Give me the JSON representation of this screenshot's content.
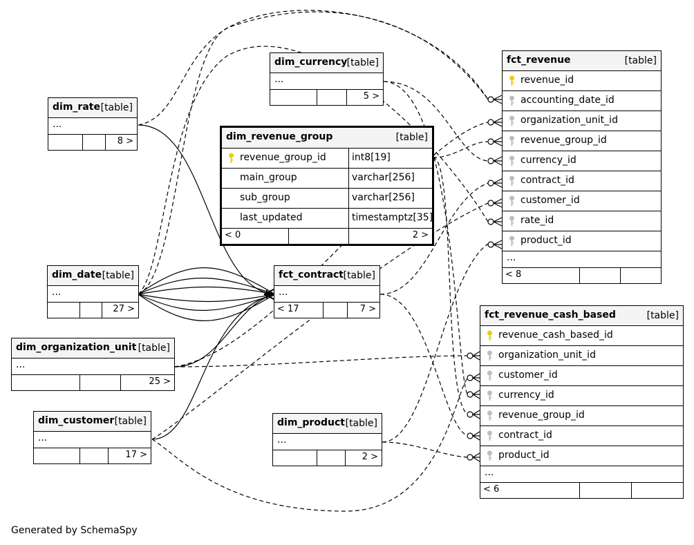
{
  "footer": "Generated by SchemaSpy",
  "colors": {
    "key_primary": "#e8cc1a",
    "key_foreign": "#bdbdbd",
    "header_bg": "#f4f4f4"
  },
  "tables": {
    "dim_rate": {
      "name": "dim_rate",
      "type": "[table]",
      "ellipsis": "...",
      "foot_left": "",
      "foot_right": "8 >"
    },
    "dim_currency": {
      "name": "dim_currency",
      "type": "[table]",
      "ellipsis": "...",
      "foot_left": "",
      "foot_right": "5 >"
    },
    "dim_revenue_group": {
      "name": "dim_revenue_group",
      "type": "[table]",
      "columns": [
        {
          "name": "revenue_group_id",
          "dtype": "int8[19]",
          "key": "primary"
        },
        {
          "name": "main_group",
          "dtype": "varchar[256]",
          "key": ""
        },
        {
          "name": "sub_group",
          "dtype": "varchar[256]",
          "key": ""
        },
        {
          "name": "last_updated",
          "dtype": "timestamptz[35]",
          "key": ""
        }
      ],
      "foot_left": "< 0",
      "foot_right": "2 >"
    },
    "dim_date": {
      "name": "dim_date",
      "type": "[table]",
      "ellipsis": "...",
      "foot_left": "",
      "foot_right": "27 >"
    },
    "fct_contract": {
      "name": "fct_contract",
      "type": "[table]",
      "ellipsis": "...",
      "foot_left": "< 17",
      "foot_right": "7 >"
    },
    "dim_organization_unit": {
      "name": "dim_organization_unit",
      "type": "[table]",
      "ellipsis": "...",
      "foot_left": "",
      "foot_right": "25 >"
    },
    "dim_customer": {
      "name": "dim_customer",
      "type": "[table]",
      "ellipsis": "...",
      "foot_left": "",
      "foot_right": "17 >"
    },
    "dim_product": {
      "name": "dim_product",
      "type": "[table]",
      "ellipsis": "...",
      "foot_left": "",
      "foot_right": "2 >"
    },
    "fct_revenue": {
      "name": "fct_revenue",
      "type": "[table]",
      "columns": [
        {
          "name": "revenue_id",
          "key": "primary"
        },
        {
          "name": "accounting_date_id",
          "key": "foreign"
        },
        {
          "name": "organization_unit_id",
          "key": "foreign"
        },
        {
          "name": "revenue_group_id",
          "key": "foreign"
        },
        {
          "name": "currency_id",
          "key": "foreign"
        },
        {
          "name": "contract_id",
          "key": "foreign"
        },
        {
          "name": "customer_id",
          "key": "foreign"
        },
        {
          "name": "rate_id",
          "key": "foreign"
        },
        {
          "name": "product_id",
          "key": "foreign"
        }
      ],
      "ellipsis": "...",
      "foot_left": "< 8",
      "foot_right": ""
    },
    "fct_revenue_cash_based": {
      "name": "fct_revenue_cash_based",
      "type": "[table]",
      "columns": [
        {
          "name": "revenue_cash_based_id",
          "key": "primary"
        },
        {
          "name": "organization_unit_id",
          "key": "foreign"
        },
        {
          "name": "customer_id",
          "key": "foreign"
        },
        {
          "name": "currency_id",
          "key": "foreign"
        },
        {
          "name": "revenue_group_id",
          "key": "foreign"
        },
        {
          "name": "contract_id",
          "key": "foreign"
        },
        {
          "name": "product_id",
          "key": "foreign"
        }
      ],
      "ellipsis": "...",
      "foot_left": "< 6",
      "foot_right": ""
    }
  }
}
